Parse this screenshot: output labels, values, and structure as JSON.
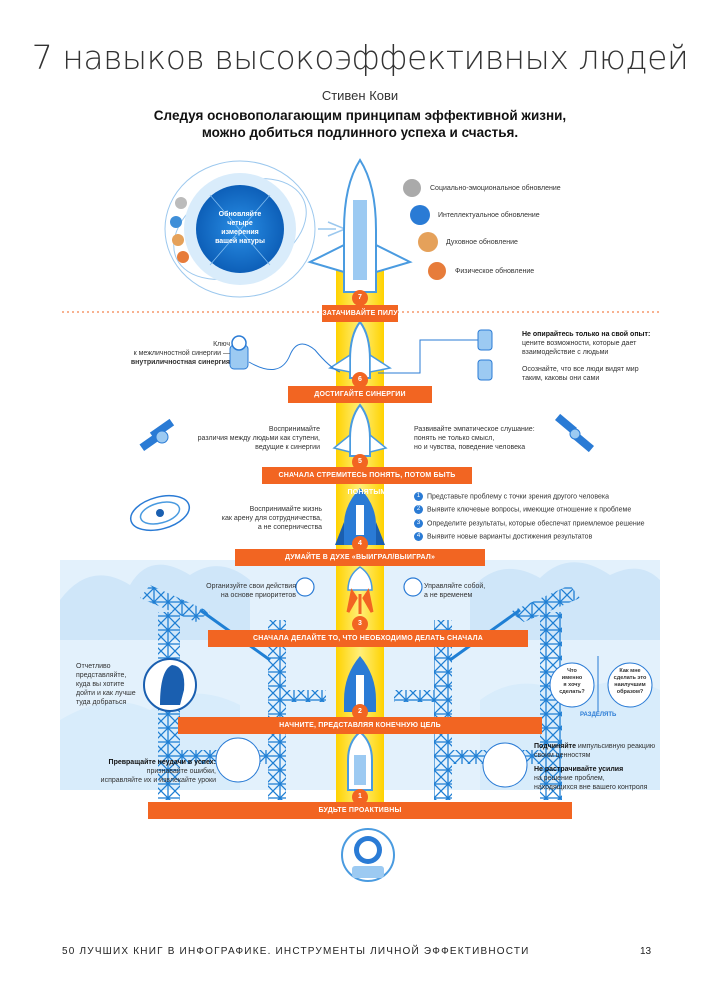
{
  "header": {
    "title": "7 навыков высокоэффективных людей",
    "author": "Стивен Кови",
    "subtitle_line1": "Следуя основополагающим принципам эффективной жизни,",
    "subtitle_line2": "можно добиться подлинного успеха и счастья."
  },
  "renewal": {
    "center_line1": "Обновляйте",
    "center_line2": "четыре",
    "center_line3": "измерения",
    "center_line4": "вашей натуры",
    "items": [
      "Социально-эмоциональное обновление",
      "Интеллектуальное обновление",
      "Духовное обновление",
      "Физическое обновление"
    ]
  },
  "habits": [
    {
      "num": "7",
      "label": "ЗАТАЧИВАЙТЕ ПИЛУ"
    },
    {
      "num": "6",
      "label": "ДОСТИГАЙТЕ СИНЕРГИИ"
    },
    {
      "num": "5",
      "label": "СНАЧАЛА СТРЕМИТЕСЬ ПОНЯТЬ, ПОТОМ БЫТЬ ПОНЯТЫМ"
    },
    {
      "num": "4",
      "label": "ДУМАЙТЕ В ДУХЕ «ВЫИГРАЛ/ВЫИГРАЛ»"
    },
    {
      "num": "3",
      "label": "СНАЧАЛА ДЕЛАЙТЕ ТО, ЧТО НЕОБХОДИМО ДЕЛАТЬ СНАЧАЛА"
    },
    {
      "num": "2",
      "label": "НАЧНИТЕ, ПРЕДСТАВЛЯЯ КОНЕЧНУЮ ЦЕЛЬ"
    },
    {
      "num": "1",
      "label": "БУДЬТЕ ПРОАКТИВНЫ"
    }
  ],
  "synergy": {
    "left_line1": "Ключ",
    "left_line2": "к межличностной синергии —",
    "left_line3": "внутриличностная синергия",
    "right_bold": "Не опирайтесь только на свой опыт:",
    "right_line1": "цените возможности, которые дает",
    "right_line2": "взаимодействие с людьми",
    "right_line3": "Осознайте, что все люди видят мир",
    "right_line4": "таким, каковы они сами"
  },
  "understand": {
    "left_line1": "Воспринимайте",
    "left_line2": "различия между людьми как ступени,",
    "left_line3": "ведущие к синергии",
    "right_line1": "Развивайте эмпатическое слушание:",
    "right_line2": "понять не только смысл,",
    "right_line3": "но и чувства, поведение человека"
  },
  "winwin": {
    "left_line1": "Воспринимайте жизнь",
    "left_line2": "как арену для сотрудничества,",
    "left_line3": "а не соперничества",
    "steps": [
      {
        "n": "1",
        "text": "Представьте проблему с точки зрения другого человека"
      },
      {
        "n": "2",
        "text": "Выявите ключевые вопросы, имеющие отношение к проблеме"
      },
      {
        "n": "3",
        "text": "Определите результаты, которые обеспечат приемлемое решение"
      },
      {
        "n": "4",
        "text": "Выявите новые варианты достижения результатов"
      }
    ]
  },
  "first": {
    "left_line1": "Организуйте свои действия",
    "left_line2": "на основе приоритетов",
    "right_line1": "Управляйте собой,",
    "right_line2": "а не временем"
  },
  "end": {
    "left_line1": "Отчетливо",
    "left_line2": "представляйте,",
    "left_line3": "куда вы хотите",
    "left_line4": "дойти и как лучше",
    "left_line5": "туда добраться",
    "q1_line1": "Что",
    "q1_line2": "именно",
    "q1_line3": "я хочу",
    "q1_line4": "сделать?",
    "q2_line1": "Как мне",
    "q2_line2": "сделать это",
    "q2_line3": "наилучшим",
    "q2_line4": "образом?",
    "divide": "РАЗДЕЛЯТЬ"
  },
  "proactive": {
    "left_bold": "Превращайте неудачи в успех:",
    "left_line1": "признавайте ошибки,",
    "left_line2": "исправляйте их и извлекайте уроки",
    "right1_bold": "Подчиняйте",
    "right1_rest": " импульсивную реакцию",
    "right1_line2": "своим ценностям",
    "right2_bold": "Не растрачивайте усилия",
    "right2_line2": "на решение проблем,",
    "right2_line3": "находящихся вне вашего контроля"
  },
  "footer": {
    "text": "50 ЛУЧШИХ КНИГ В ИНФОГРАФИКЕ. ИНСТРУМЕНТЫ ЛИЧНОЙ ЭФФЕКТИВНОСТИ",
    "page": "13"
  },
  "colors": {
    "orange": "#f26522",
    "blue": "#2a7bd5",
    "sky": "#d6ebfa",
    "yellow": "#ffd200"
  }
}
